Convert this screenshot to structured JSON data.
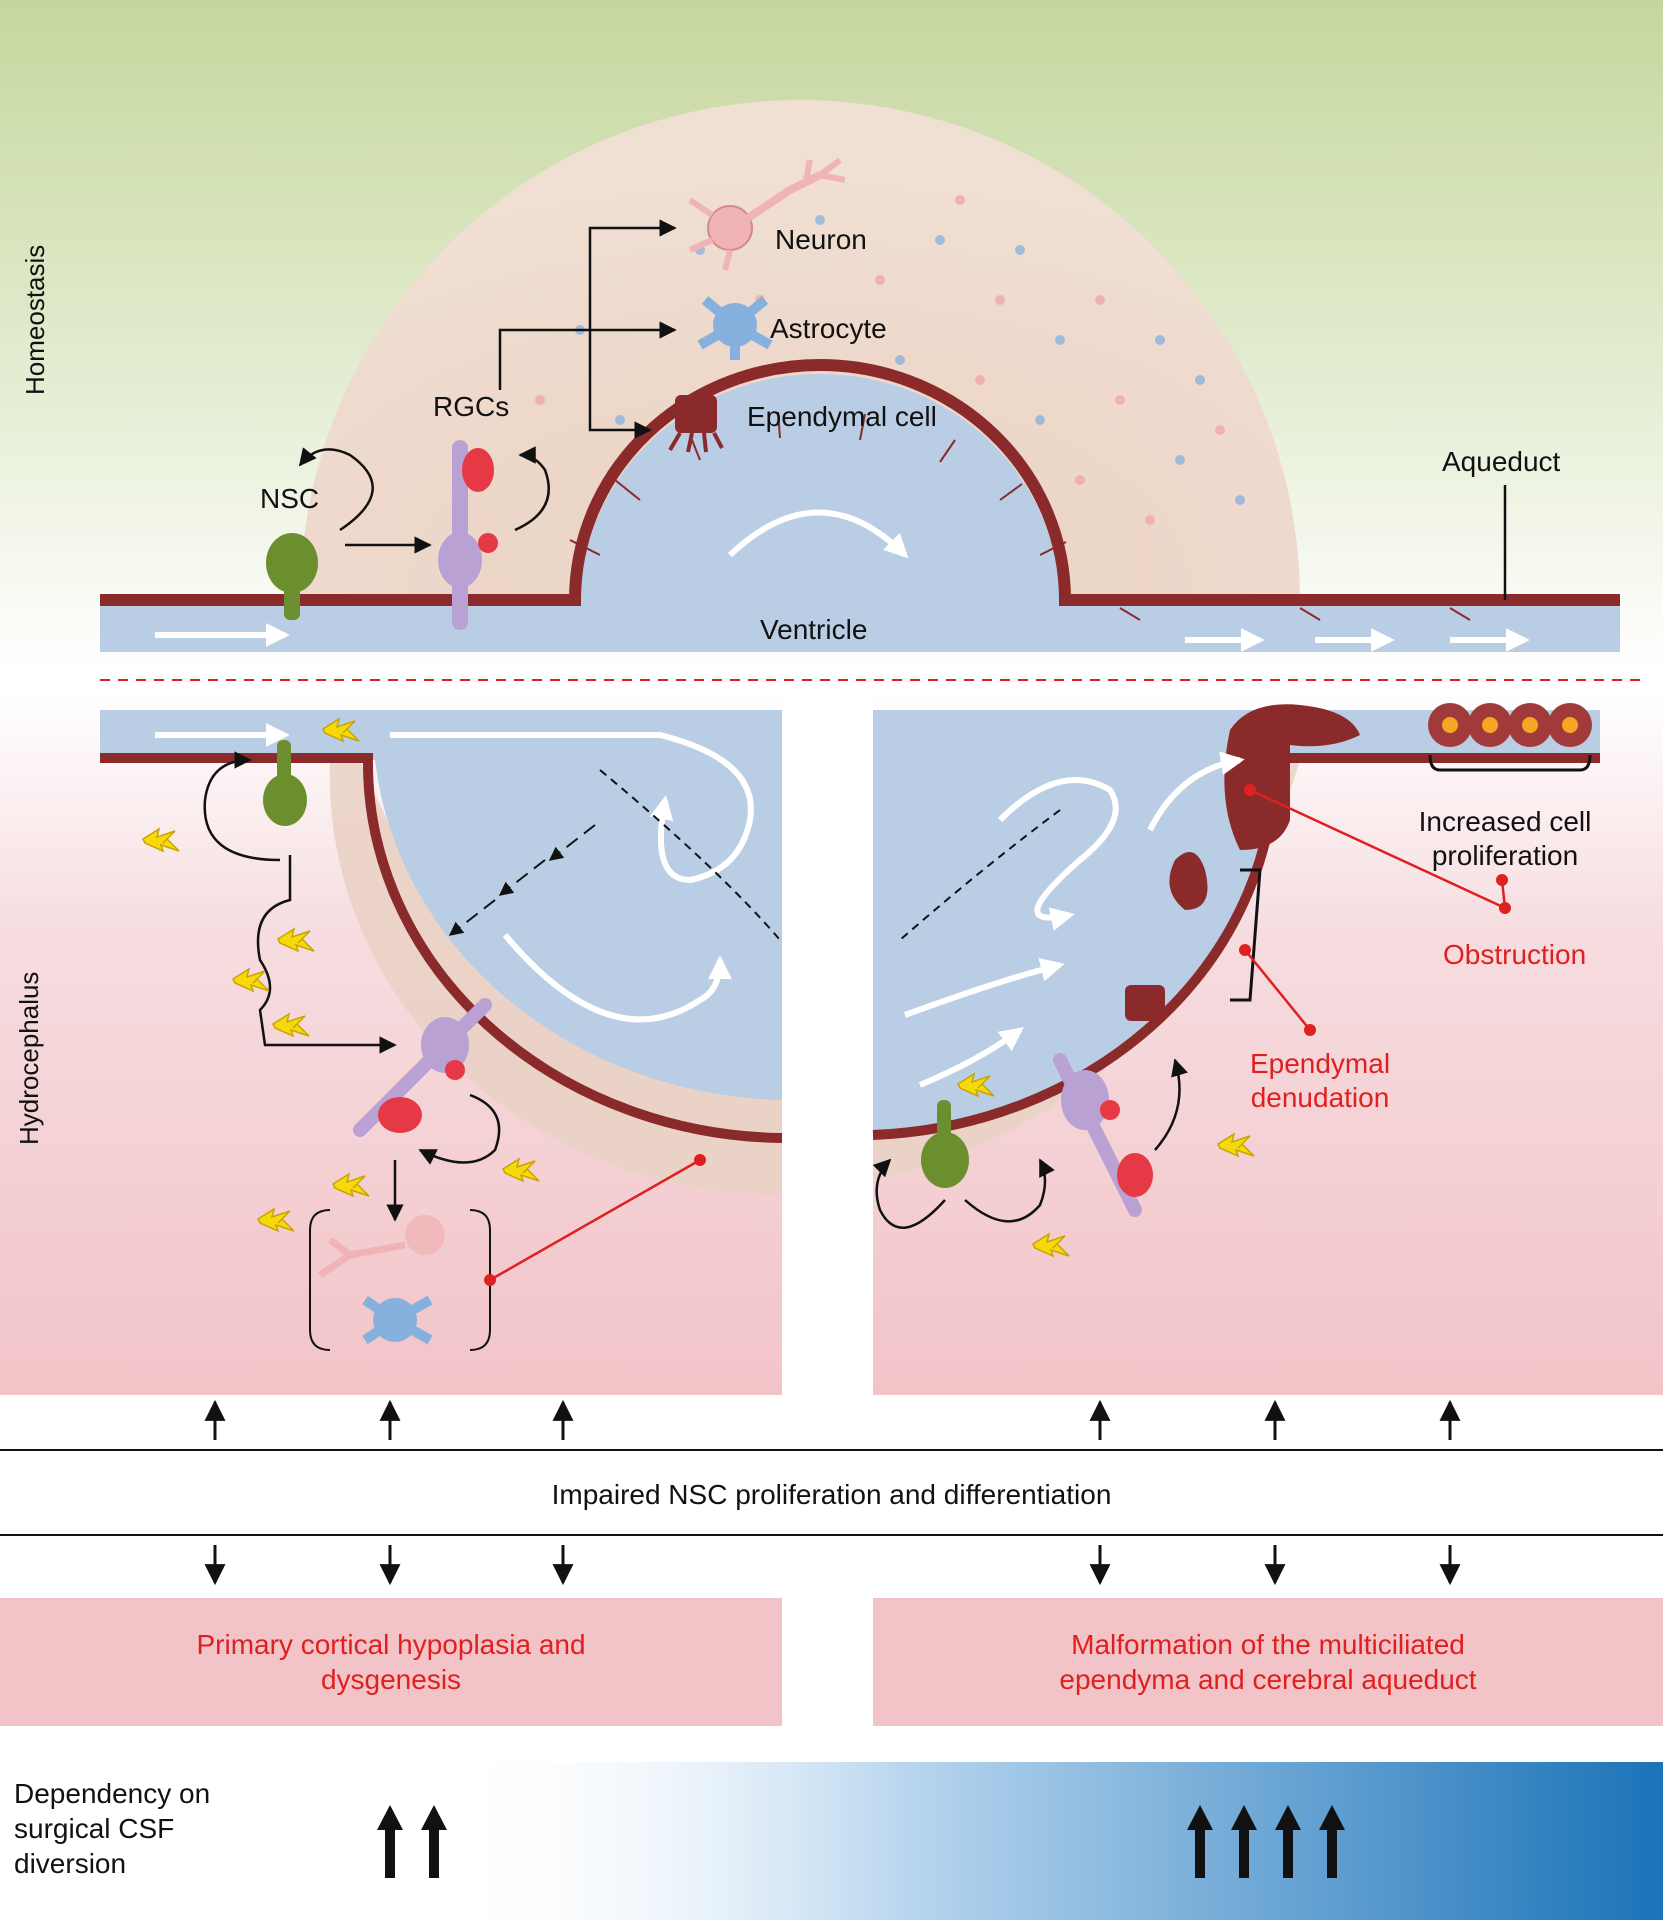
{
  "sections": {
    "top": "Homeostasis",
    "bottom": "Hydrocephalus"
  },
  "homeostasis": {
    "neuron": "Neuron",
    "astrocyte": "Astrocyte",
    "ependymal": "Ependymal cell",
    "rgcs": "RGCs",
    "nsc": "NSC",
    "aqueduct": "Aqueduct",
    "ventricle": "Ventricle"
  },
  "hydrocephalus": {
    "proliferation_l1": "Increased cell",
    "proliferation_l2": "proliferation",
    "obstruction": "Obstruction",
    "denudation_l1": "Ependymal",
    "denudation_l2": "denudation"
  },
  "center_text": "Impaired NSC proliferation and differentiation",
  "outcomes": {
    "left_l1": "Primary cortical hypoplasia and",
    "left_l2": "dysgenesis",
    "right_l1": "Malformation of the multiciliated",
    "right_l2": "ependyma and cerebral aqueduct"
  },
  "dependency": {
    "l1": "Dependency on",
    "l2": "surgical CSF",
    "l3": "diversion",
    "left_arrow_count": 2,
    "right_arrow_count": 4
  },
  "colors": {
    "lining": "#8b2a2a",
    "csf": "#b9cde5",
    "tissue": "#ead2c5",
    "pink": "#f2c4c8",
    "nsc": "#6b8f2e",
    "rgc": "#b9a1d3",
    "neuron": "#f0b4b6",
    "astrocyte": "#86b1de",
    "highlight_red": "#e02020",
    "gradient_blue": "#1a73b8"
  }
}
